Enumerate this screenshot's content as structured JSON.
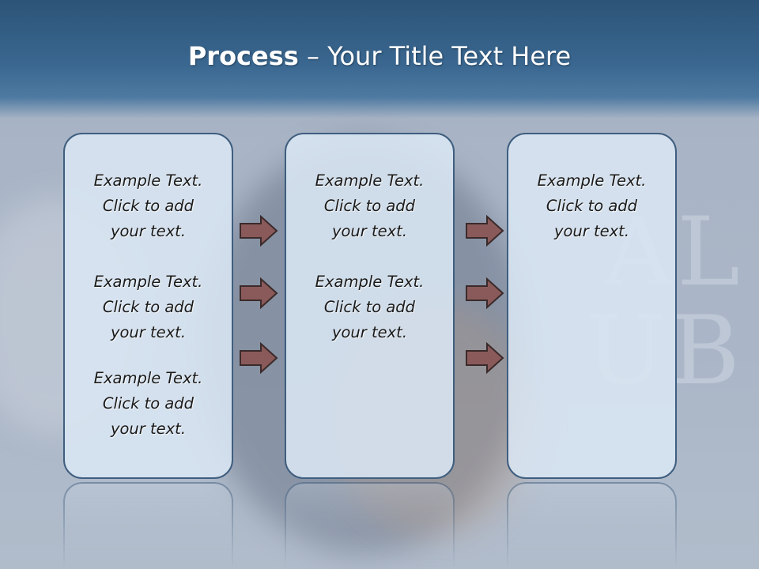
{
  "slide": {
    "title_bold": "Process",
    "title_rest": " – Your Title Text Here",
    "background_watermark": [
      "AL",
      "UB"
    ],
    "colors": {
      "title_bar": "#3a6790",
      "panel_fill": "#dae6f3",
      "panel_border": "#3f5e7f",
      "arrow_fill": "#8a5a5a",
      "arrow_stroke": "#3b2a2a"
    }
  },
  "columns": [
    {
      "blocks": [
        "Example Text.\nClick  to add\nyour text.",
        "Example Text.\nClick  to add\nyour text.",
        "Example Text.\nClick  to add\nyour text."
      ]
    },
    {
      "blocks": [
        "Example Text.\nClick  to add\nyour text.",
        "Example Text.\nClick  to add\nyour text."
      ]
    },
    {
      "blocks": [
        "Example Text.\nClick  to add\nyour text."
      ]
    }
  ],
  "arrows": {
    "icon": "right-arrow-icon",
    "groups": [
      3,
      3
    ]
  }
}
